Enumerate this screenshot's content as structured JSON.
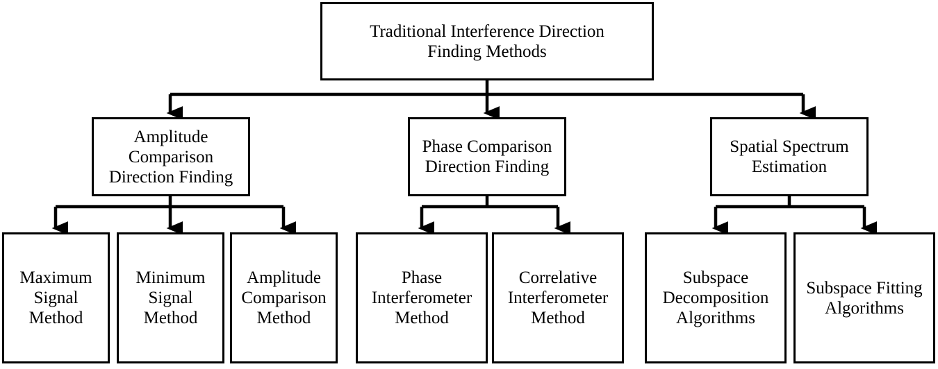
{
  "diagram": {
    "type": "hierarchy-tree",
    "title": "Traditional Interference Direction Finding Methods",
    "orientation": "top-down",
    "levels": 3,
    "colors": {
      "box_border": "#000000",
      "box_fill": "#ffffff",
      "connector": "#000000",
      "text": "#000000",
      "background": "#ffffff"
    },
    "root": {
      "label": "Traditional Interference Direction\nFinding Methods"
    },
    "branches": [
      {
        "label": "Amplitude\nComparison\nDirection Finding",
        "children": [
          {
            "label": "Maximum\nSignal\nMethod"
          },
          {
            "label": "Minimum\nSignal\nMethod"
          },
          {
            "label": "Amplitude\nComparison\nMethod"
          }
        ]
      },
      {
        "label": "Phase Comparison\nDirection Finding",
        "children": [
          {
            "label": "Phase\nInterferometer\nMethod"
          },
          {
            "label": "Correlative\nInterferometer\nMethod"
          }
        ]
      },
      {
        "label": "Spatial Spectrum\nEstimation",
        "children": [
          {
            "label": "Subspace\nDecomposition\nAlgorithms"
          },
          {
            "label": "Subspace Fitting\nAlgorithms"
          }
        ]
      }
    ]
  }
}
